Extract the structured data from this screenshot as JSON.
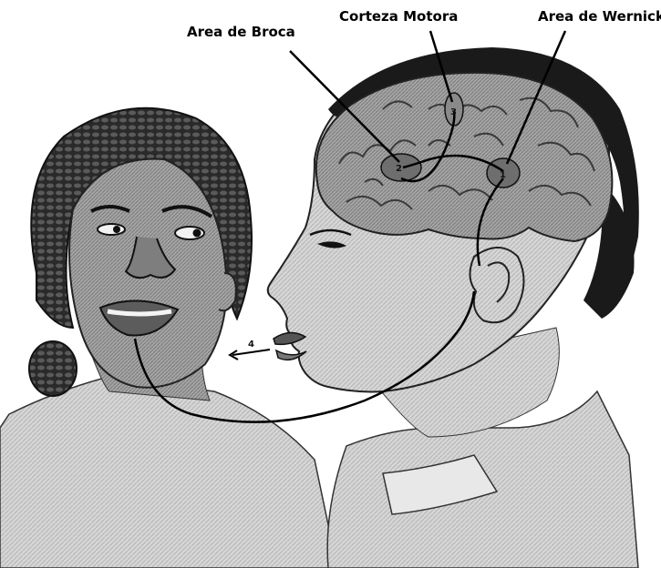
{
  "labels": {
    "broca": "Area de Broca",
    "motor": "Corteza Motora",
    "wernicke": "Area de Wernicke"
  },
  "markers": {
    "one": "1",
    "two": "2",
    "three": "3",
    "four": "4"
  },
  "colors": {
    "ink": "#000000",
    "hair": "#1a1a1a",
    "skin_left": "#9a9a9a",
    "skin_right": "#c8c8c8",
    "brain": "#bdbdbd",
    "brain_dark": "#6e6e6e",
    "shirt": "#d9d9d9",
    "background": "#ffffff"
  }
}
